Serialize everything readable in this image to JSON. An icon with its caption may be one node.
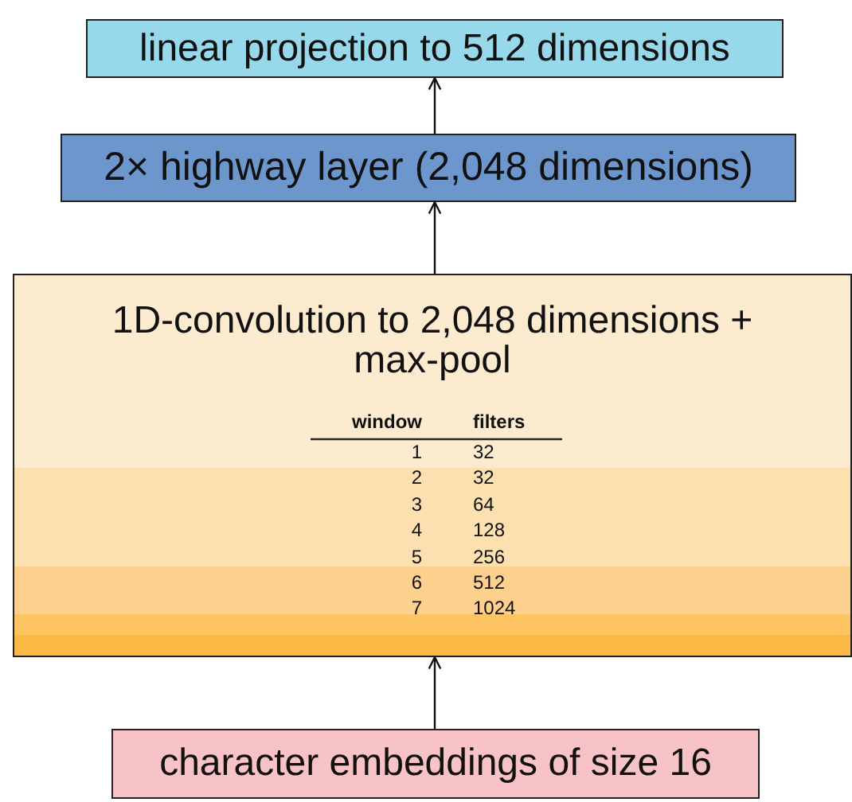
{
  "diagram": {
    "nodes": [
      {
        "text": [
          "linear projection to 512 dimensions"
        ]
      },
      {
        "text": [
          "2× highway layer (2,048 dimensions)"
        ]
      },
      {
        "text": [
          "1D-convolution to 2,048 dimensions + max-pool"
        ]
      },
      {
        "text": [
          "character embeddings of size 16"
        ]
      }
    ],
    "edges": [
      {
        "from": 3,
        "to": 2,
        "arrow": "to"
      },
      {
        "from": 2,
        "to": 1,
        "arrow": "to"
      },
      {
        "from": 1,
        "to": 0,
        "arrow": "to"
      }
    ],
    "labels": [
      "window",
      "filters",
      "1",
      "32",
      "2",
      "32",
      "3",
      "64",
      "4",
      "128",
      "5",
      "256",
      "6",
      "512",
      "7",
      "1024"
    ]
  }
}
